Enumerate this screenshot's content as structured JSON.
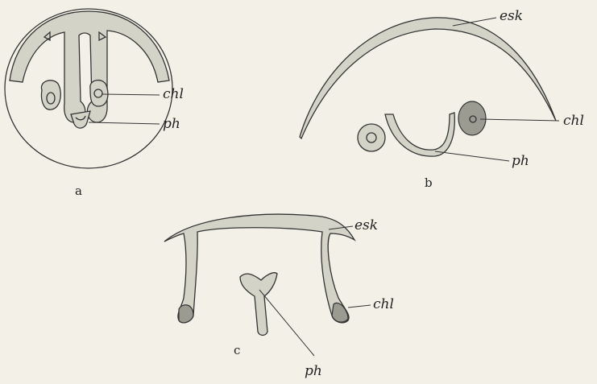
{
  "panels": {
    "a": {
      "letter": "a",
      "labels": {
        "notochord": "chl",
        "pharynx": "ph"
      }
    },
    "b": {
      "letter": "b",
      "labels": {
        "skeleton": "esk",
        "notochord": "chl",
        "pharynx": "ph"
      }
    },
    "c": {
      "letter": "c",
      "labels": {
        "skeleton": "esk",
        "notochord": "chl",
        "pharynx": "ph"
      }
    }
  },
  "colors": {
    "background": "#f3f1e7",
    "tissue": "#d4d3c8",
    "ink": "#333333"
  }
}
